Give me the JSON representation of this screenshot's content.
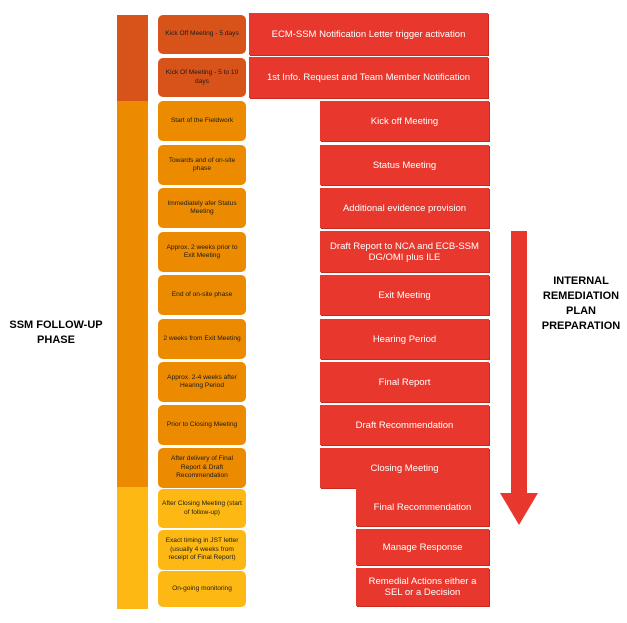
{
  "phase_label": "SSM FOLLOW-UP PHASE",
  "side_label": "INTERNAL REMEDIATION PLAN PREPARATION",
  "colors": {
    "dark_orange": "#d8531a",
    "orange": "#ec8b00",
    "yellow": "#fdb813",
    "red": "#e8372c"
  },
  "steps": [
    "Kick Off Meeting - 5 days",
    "Kick Of Meeting - 5 to 10 days",
    "Start of the Fieldwork",
    "Towards and of on-site phase",
    "Immediately afer Status Meeting",
    "Approx. 2 weeks prior to Exit Meeting",
    "End of on-site phase",
    "2 weeks from Exit Meeting",
    "Approx. 2-4 weeks after Hearing Period",
    "Prior to Closing Meeting",
    "After delivery of Final Report & Draft Recommendation",
    "After Closing Meeting (start of follow-up)",
    "Exact timing in JST letter (usually 4 weeks from receipt of Final Report)",
    "On-going monitoring"
  ],
  "actions": [
    "ECM-SSM Notification Letter trigger activation",
    "1st Info. Request and Team Member Notification",
    "Kick off Meeting",
    "Status Meeting",
    "Additional evidence provision",
    "Draft Report to NCA and ECB-SSM DG/OMI plus ILE",
    "Exit Meeting",
    "Hearing Period",
    "Final Report",
    "Draft Recommendation",
    "Closing Meeting",
    "Final Recommendation",
    "Manage Response",
    "Remedial Actions either a SEL or a Decision"
  ]
}
